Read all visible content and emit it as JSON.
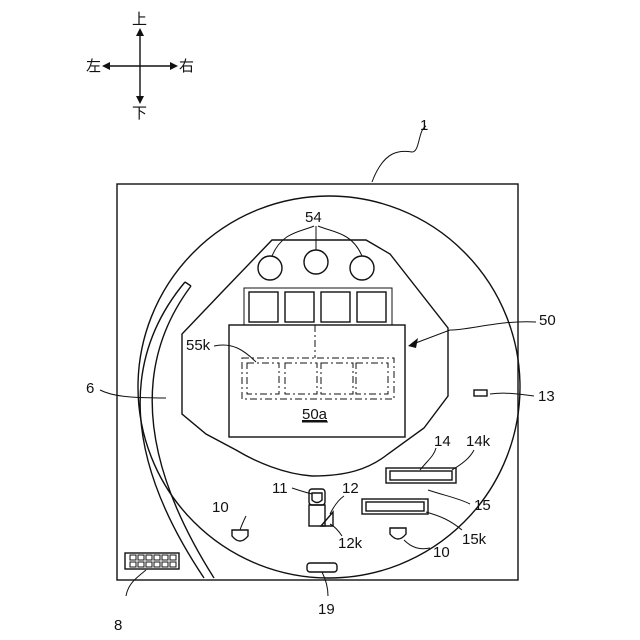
{
  "directions": {
    "up": "上",
    "down": "下",
    "left": "左",
    "right": "右"
  },
  "labels": {
    "l1": "1",
    "l54": "54",
    "l50": "50",
    "l55k": "55k",
    "l6": "6",
    "l13": "13",
    "l50a": "50a",
    "l14": "14",
    "l14k": "14k",
    "l11": "11",
    "l12": "12",
    "l15": "15",
    "l10a": "10",
    "l15k": "15k",
    "l12k": "12k",
    "l10b": "10",
    "l8": "8",
    "l19": "19"
  }
}
